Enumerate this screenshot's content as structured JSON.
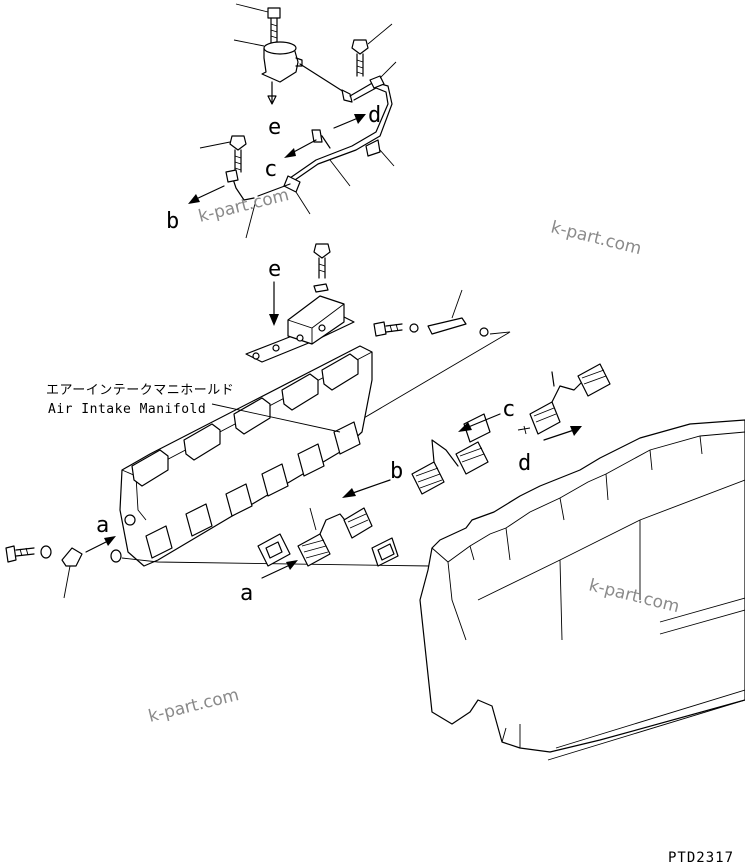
{
  "callouts": {
    "e_top": "e",
    "c_top": "c",
    "d_top": "d",
    "b_top": "b",
    "e_mid": "e",
    "c_right": "c",
    "b_right": "b",
    "d_right": "d",
    "a_left": "a",
    "a_bottom": "a"
  },
  "manifold_label": {
    "japanese": "エアーインテークマニホールド",
    "english": "Air Intake Manifold"
  },
  "watermarks": [
    "k-part.com",
    "k-part.com",
    "k-part.com",
    "k-part.com"
  ],
  "drawing_code": "PTD2317"
}
